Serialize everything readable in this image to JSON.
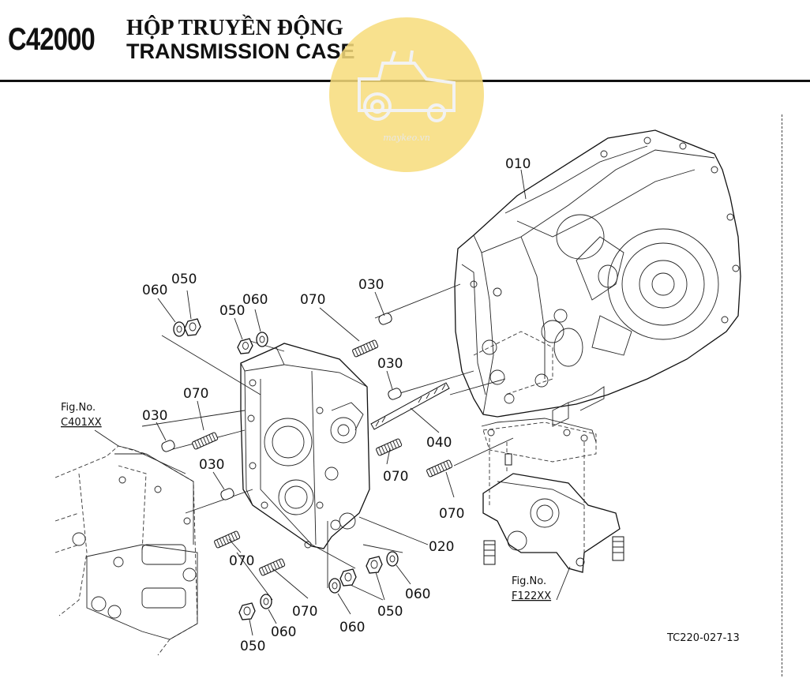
{
  "header": {
    "code": "C42000",
    "title_vn": "HỘP TRUYỀN ĐỘNG",
    "title_en": "TRANSMISSION CASE"
  },
  "watermark": {
    "text": "maykeo.vn",
    "color": "#f7dc7a",
    "icon": "tractor-icon"
  },
  "parts": {
    "p010": "010",
    "p020": "020",
    "p030a": "030",
    "p030b": "030",
    "p030c": "030",
    "p030d": "030",
    "p040": "040",
    "p050a": "050",
    "p050b": "050",
    "p050c": "050",
    "p050d": "050",
    "p060a": "060",
    "p060b": "060",
    "p060c": "060",
    "p060d": "060",
    "p060e": "060",
    "p070a": "070",
    "p070b": "070",
    "p070c": "070",
    "p070d": "070",
    "p070e": "070",
    "p070f": "070"
  },
  "refs": {
    "left_fig_label": "Fig.No.",
    "left_fig_code": "C401XX",
    "right_fig_label": "Fig.No.",
    "right_fig_code": "F122XX"
  },
  "drawing_code": "TC220-027-13"
}
